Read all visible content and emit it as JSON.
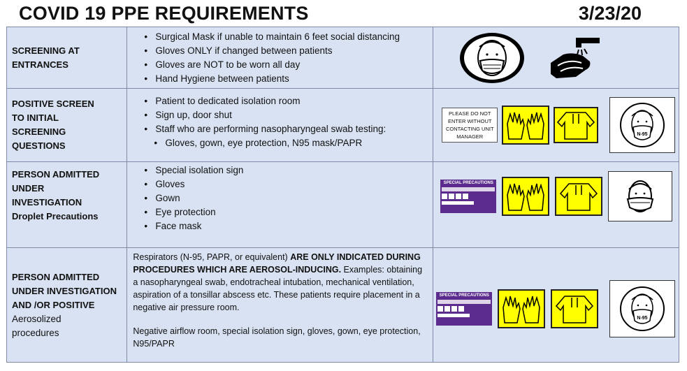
{
  "header": {
    "title": "COVID 19 PPE REQUIREMENTS",
    "date": "3/23/20"
  },
  "rows": [
    {
      "label": "SCREENING AT ENTRANCES",
      "bullets": [
        "Surgical Mask if unable to maintain 6 feet social distancing",
        "Gloves ONLY if changed between patients",
        "Gloves are NOT to be worn all day",
        "Hand Hygiene between patients"
      ]
    },
    {
      "label": "POSITIVE SCREEN TO INITIAL SCREENING QUESTIONS",
      "bullets": [
        "Patient to dedicated isolation room",
        "Sign up, door shut",
        "Staff who are performing nasopharyngeal swab testing:"
      ],
      "sub_bullets": [
        "Gloves, gown, eye protection, N95 mask/PAPR"
      ],
      "sign_text": "PLEASE DO NOT ENTER WITHOUT CONTACTING UNIT MANAGER",
      "mask_label": "N-95"
    },
    {
      "label_bold": "PERSON ADMITTED UNDER INVESTIGATION",
      "label_sub": "Droplet Precautions",
      "bullets": [
        "Special isolation sign",
        "Gloves",
        "Gown",
        "Eye protection",
        "Face mask"
      ],
      "sign_title": "SPECIAL PRECAUTIONS"
    },
    {
      "label_bold": "PERSON ADMITTED UNDER INVESTIGATION AND /OR POSITIVE",
      "label_sub": "Aerosolized procedures",
      "para1_normal": "Respirators (N-95, PAPR, or equivalent) ",
      "para1_bold": "ARE ONLY INDICATED DURING PROCEDURES WHICH ARE AEROSOL-INDUCING.",
      "para1_rest": "  Examples: obtaining a nasopharyngeal swab, endotracheal intubation, mechanical ventilation, aspiration of a tonsillar abscess etc. These patients require placement in a negative air pressure room.",
      "para2": "Negative airflow room, special isolation sign, gloves, gown, eye protection, N95/PAPR",
      "sign_title": "SPECIAL PRECAUTIONS",
      "mask_label": "N-95"
    }
  ],
  "colors": {
    "row_bg": "#d9e2f2",
    "border": "#7f8aa6",
    "glove_yellow": "#ffff00",
    "sign_purple": "#5b2c8e"
  }
}
